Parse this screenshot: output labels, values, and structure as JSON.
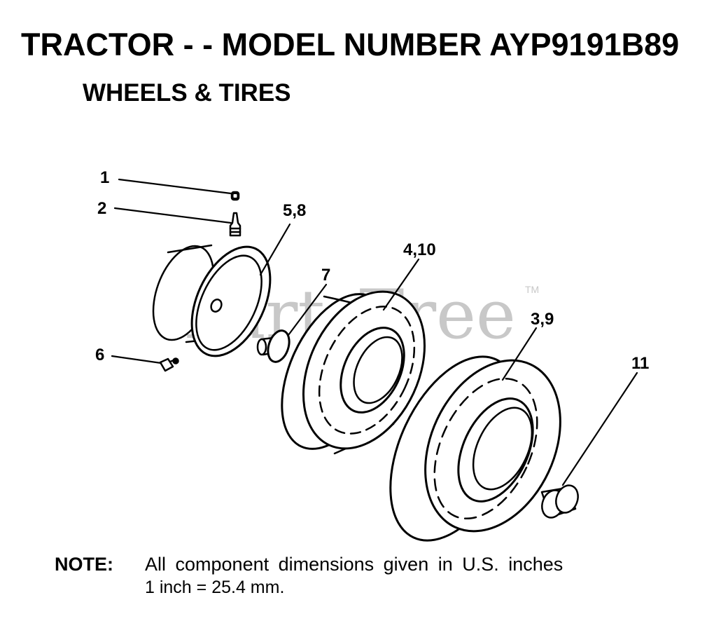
{
  "header": {
    "title": "TRACTOR - - MODEL NUMBER AYP9191B89",
    "subtitle": "WHEELS & TIRES"
  },
  "watermark": {
    "text": "PartsTree",
    "trademark": "TM"
  },
  "callouts": [
    {
      "id": "c1",
      "label": "1"
    },
    {
      "id": "c2",
      "label": "2"
    },
    {
      "id": "c3",
      "label": "5,8"
    },
    {
      "id": "c4",
      "label": "7"
    },
    {
      "id": "c5",
      "label": "4,10"
    },
    {
      "id": "c6",
      "label": "3,9"
    },
    {
      "id": "c7",
      "label": "6"
    },
    {
      "id": "c8",
      "label": "11"
    }
  ],
  "note": {
    "label": "NOTE:",
    "line1": "All component dimensions given in U.S. inches",
    "line2": "1 inch = 25.4 mm."
  }
}
